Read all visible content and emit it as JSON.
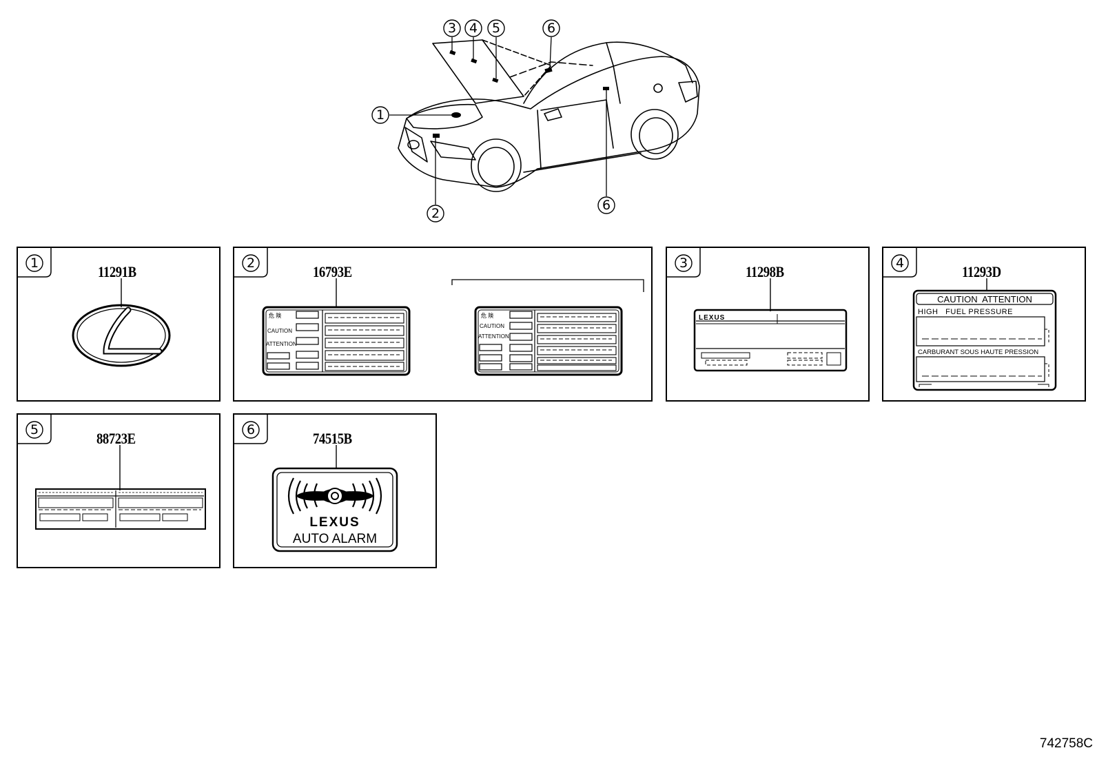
{
  "callouts": [
    "1",
    "2",
    "3",
    "4",
    "5",
    "6"
  ],
  "parts": {
    "p1": {
      "callout": "1",
      "part_no": "11291B"
    },
    "p2": {
      "callout": "2",
      "part_no": "16793E",
      "label_words": [
        "危 険",
        "CAUTION",
        "ATTENTION"
      ]
    },
    "p3": {
      "callout": "3",
      "part_no": "11298B",
      "brand": "LEXUS"
    },
    "p4": {
      "callout": "4",
      "part_no": "11293D",
      "header": "CAUTION  ATTENTION",
      "line1": "HIGH   FUEL PRESSURE",
      "line2": "CARBURANT SOUS HAUTE PRESSION"
    },
    "p5": {
      "callout": "5",
      "part_no": "88723E"
    },
    "p6": {
      "callout": "6",
      "part_no": "74515B",
      "brand": "LEXUS",
      "caption": "AUTO ALARM"
    }
  },
  "doc_id": "742758C"
}
